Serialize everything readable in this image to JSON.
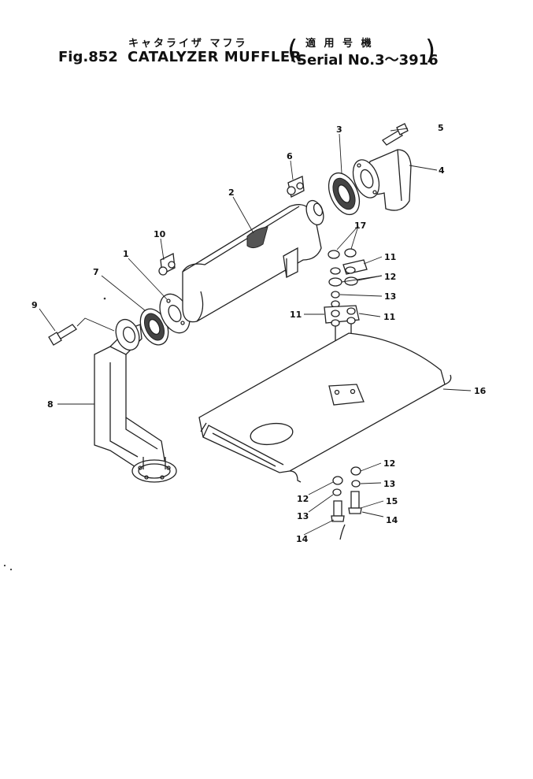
{
  "header": {
    "japanese_title": "キャタライザ マフラ",
    "japanese_serial": "適 用 号 機",
    "figure_number": "Fig.852",
    "title": "CATALYZER MUFFLER",
    "serial": "Serial No.3～3916"
  },
  "callouts": {
    "c1": "1",
    "c2": "2",
    "c3": "3",
    "c4": "4",
    "c5": "5",
    "c6": "6",
    "c7": "7",
    "c8": "8",
    "c9": "9",
    "c10": "10",
    "c11a": "11",
    "c11b": "11",
    "c11c": "11",
    "c12a": "12",
    "c12b": "12",
    "c12c": "12",
    "c13a": "13",
    "c13b": "13",
    "c13c": "13",
    "c14a": "14",
    "c14b": "14",
    "c15": "15",
    "c16": "16",
    "c17": "17"
  }
}
